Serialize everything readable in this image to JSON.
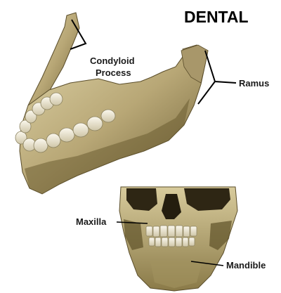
{
  "title": "DENTAL",
  "labels": {
    "condyloid_line1": "Condyloid",
    "condyloid_line2": "Process",
    "ramus": "Ramus",
    "maxilla": "Maxilla",
    "mandible": "Mandible"
  },
  "colors": {
    "bone": "#c8b98a",
    "bone_shadow": "#7a6a3e",
    "bone_dark": "#4a3f22",
    "teeth": "#ece6d2",
    "leader": "#000000"
  }
}
